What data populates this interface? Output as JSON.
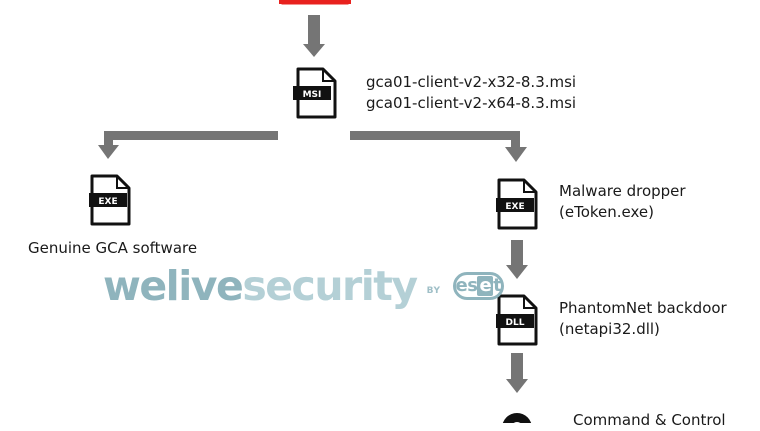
{
  "colors": {
    "arrow": "#757575",
    "file_icon": "#111111",
    "top_box": "#e8211e",
    "watermark": "#8fb4bd"
  },
  "icons": {
    "msi_icon": "MSI",
    "exe_genuine_icon": "EXE",
    "exe_dropper_icon": "EXE",
    "dll_icon": "DLL"
  },
  "nodes": {
    "msi": {
      "line1": "gca01-client-v2-x32-8.3.msi",
      "line2": "gca01-client-v2-x64-8.3.msi"
    },
    "genuine": {
      "label": "Genuine GCA software"
    },
    "dropper": {
      "line1": "Malware dropper",
      "line2": "(eToken.exe)"
    },
    "backdoor": {
      "line1": "PhantomNet backdoor",
      "line2": "(netapi32.dll)"
    },
    "c2": {
      "label": "Command & Control"
    }
  },
  "watermark": {
    "part1": "welive",
    "part2": "security",
    "by": "BY",
    "logo_pre": "es",
    "logo_hl": "e",
    "logo_post": "t"
  }
}
